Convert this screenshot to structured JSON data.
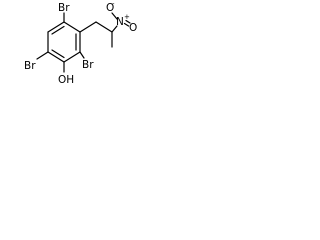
{
  "molecule": {
    "atoms": {
      "br_top": "Br",
      "br_left": "Br",
      "br_right": "Br",
      "hydroxyl": "OH",
      "nitro_n": "N",
      "nitro_n_charge": "+",
      "nitro_o_top": "O",
      "nitro_o_top_charge": "-",
      "nitro_o_double": "O"
    }
  },
  "colors": {
    "bond": "#000000",
    "text": "#000000",
    "background": "#ffffff"
  }
}
